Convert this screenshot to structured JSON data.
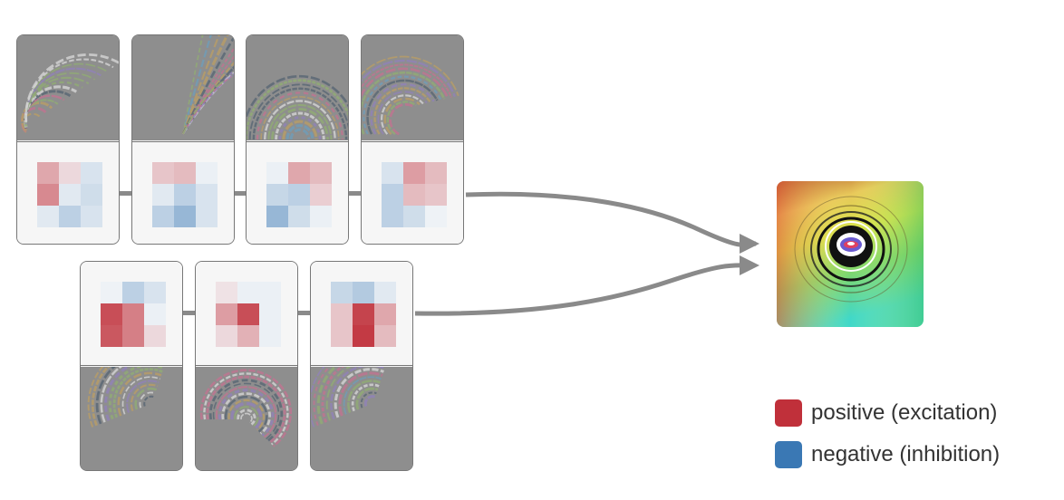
{
  "colors": {
    "positive": "#c0303a",
    "negative": "#3a78b4",
    "connector": "#8a8a8a"
  },
  "legend": {
    "items": [
      {
        "label": "positive (excitation)",
        "color": "#c0303a"
      },
      {
        "label": "negative (inhibition)",
        "color": "#3a78b4"
      }
    ]
  },
  "neurons_top": [
    {
      "pattern": "curves-left",
      "weights": [
        0.4,
        0.15,
        -0.15,
        0.55,
        -0.1,
        -0.2,
        -0.1,
        -0.3,
        -0.15
      ]
    },
    {
      "pattern": "fan",
      "weights": [
        0.25,
        0.3,
        -0.05,
        -0.1,
        -0.3,
        -0.15,
        -0.3,
        -0.5,
        -0.15
      ]
    },
    {
      "pattern": "arch",
      "weights": [
        -0.05,
        0.4,
        0.3,
        -0.25,
        -0.3,
        0.2,
        -0.5,
        -0.2,
        -0.05
      ]
    },
    {
      "pattern": "curves-right",
      "weights": [
        -0.15,
        0.45,
        0.3,
        -0.3,
        0.3,
        0.25,
        -0.3,
        -0.2,
        -0.03
      ]
    }
  ],
  "neurons_bottom": [
    {
      "pattern": "swirl-left",
      "weights": [
        -0.03,
        -0.3,
        -0.15,
        0.85,
        0.6,
        -0.05,
        0.8,
        0.6,
        0.15
      ]
    },
    {
      "pattern": "spiral",
      "weights": [
        0.1,
        -0.05,
        -0.05,
        0.45,
        0.85,
        -0.05,
        0.15,
        0.35,
        -0.05
      ]
    },
    {
      "pattern": "swirl-center",
      "weights": [
        -0.25,
        -0.35,
        -0.1,
        0.25,
        0.9,
        0.4,
        0.25,
        0.95,
        0.3
      ]
    }
  ],
  "target": {
    "pattern": "concentric-eye"
  }
}
